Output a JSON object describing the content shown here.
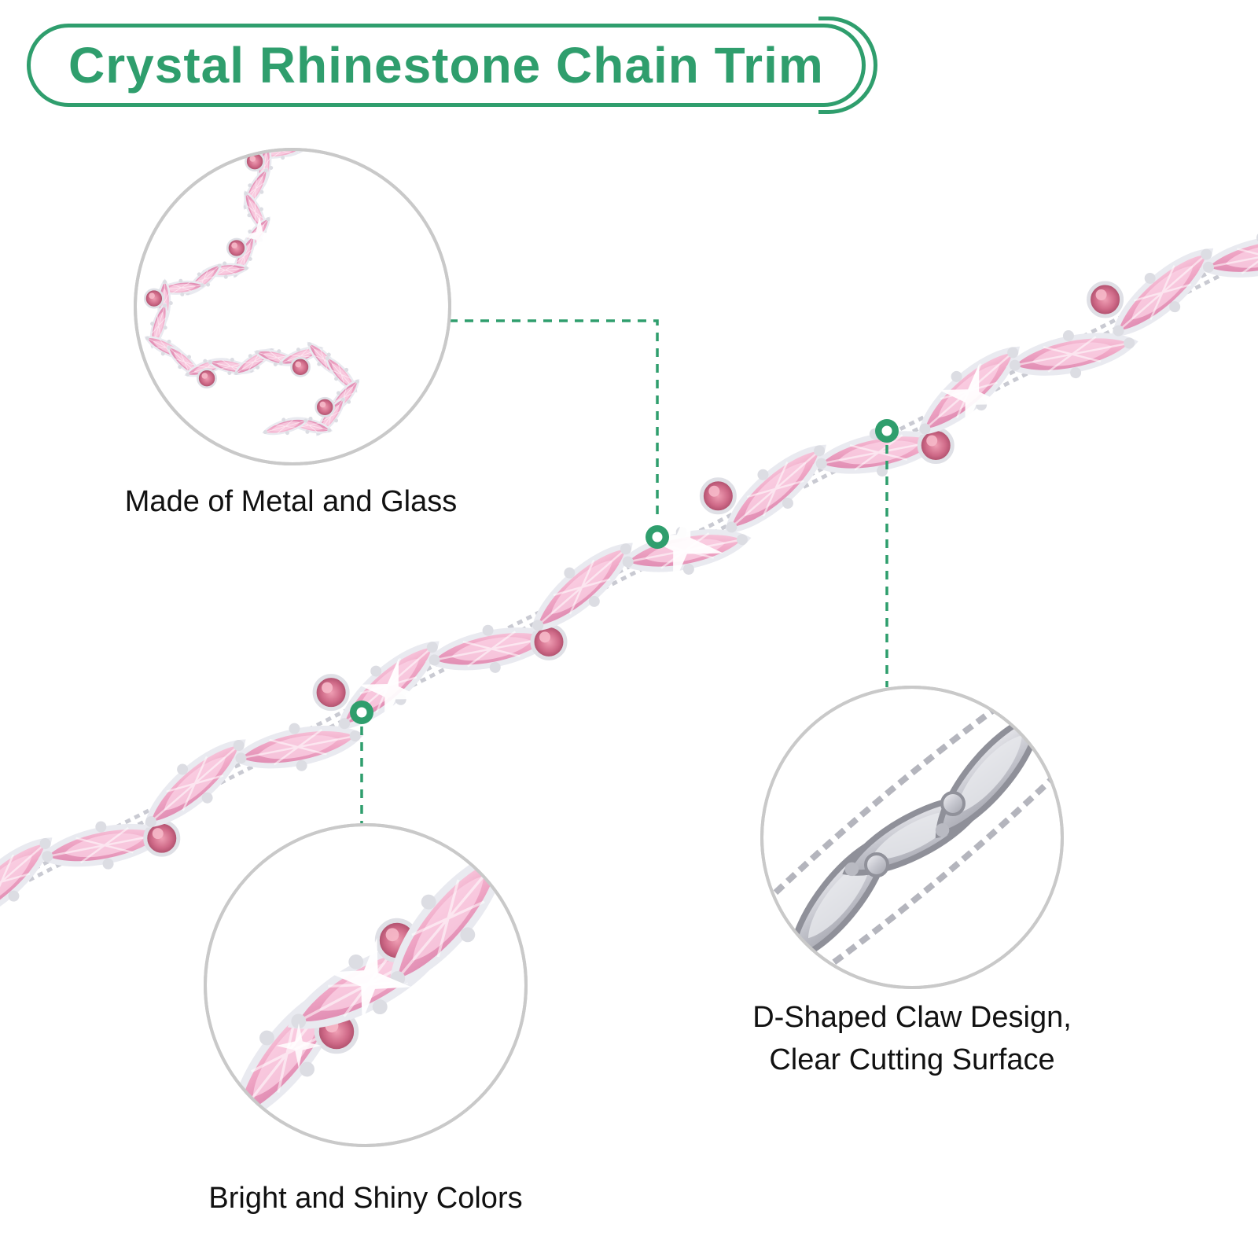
{
  "title": "Crystal Rhinestone Chain Trim",
  "labels": {
    "material": "Made of Metal and Glass",
    "colors": "Bright and Shiny Colors",
    "claw_line1": "D-Shaped Claw Design,",
    "claw_line2": "Clear Cutting Surface"
  },
  "theme": {
    "accent_green": "#2f9e6d",
    "stone_pink": "#f0a7c6",
    "stone_rose": "#c25677",
    "metal_silver": "#c9cad2",
    "circle_ring_gray": "#c9c9c9",
    "text_black": "#111111",
    "background": "#ffffff"
  }
}
